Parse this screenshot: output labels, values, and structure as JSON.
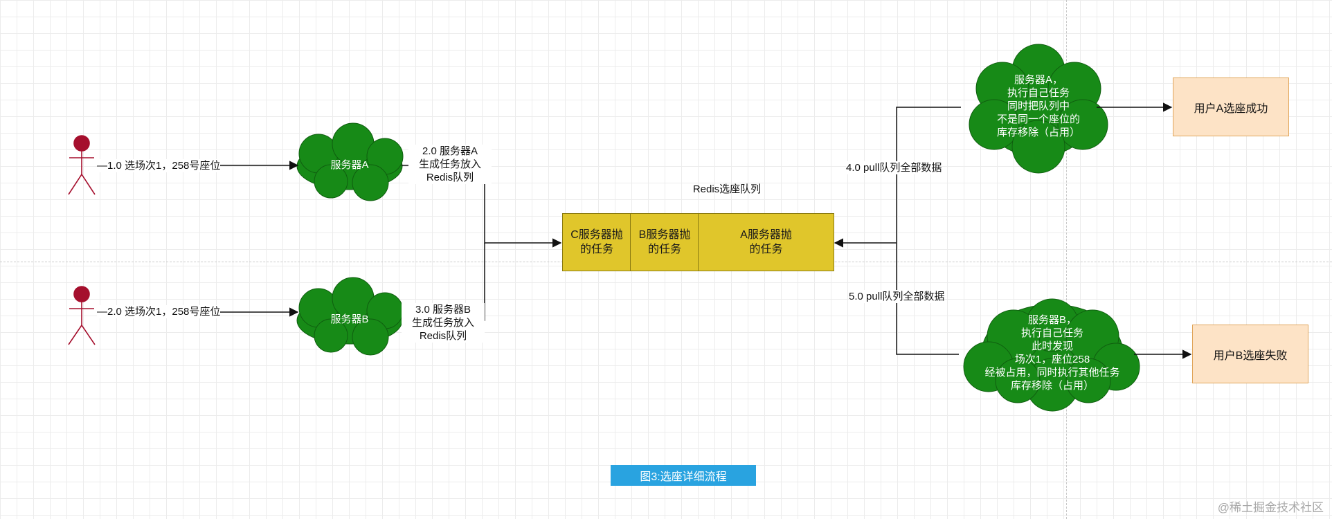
{
  "actors": [
    {
      "label": "—1.0 选场次1，258号座位"
    },
    {
      "label": "—2.0 选场次1，258号座位"
    }
  ],
  "servers": [
    {
      "label": "服务器A"
    },
    {
      "label": "服务器B"
    }
  ],
  "push_labels": [
    "2.0 服务器A\n生成任务放入\nRedis队列",
    "3.0 服务器B\n生成任务放入\nRedis队列"
  ],
  "queue": {
    "title": "Redis选座队列",
    "cells": [
      "C服务器抛\n的任务",
      "B服务器抛\n的任务",
      "A服务器抛\n的任务"
    ]
  },
  "pull_labels": [
    "4.0 pull队列全部数据",
    "5.0 pull队列全部数据"
  ],
  "worker_clouds": [
    "服务器A，\n执行自己任务\n同时把队列中\n不是同一个座位的\n库存移除（占用）",
    "服务器B，\n执行自己任务\n此时发现\n场次1，座位258\n经被占用，同时执行其他任务\n库存移除（占用）"
  ],
  "results": [
    "用户A选座成功",
    "用户B选座失败"
  ],
  "caption": "图3:选座详细流程",
  "watermark": "@稀土掘金技术社区",
  "colors": {
    "actor": "#a50f2d",
    "cloud_fill": "#178a17",
    "queue_fill": "#e0c62b",
    "result_fill": "#fde3c6",
    "caption_fill": "#29a3e0"
  }
}
